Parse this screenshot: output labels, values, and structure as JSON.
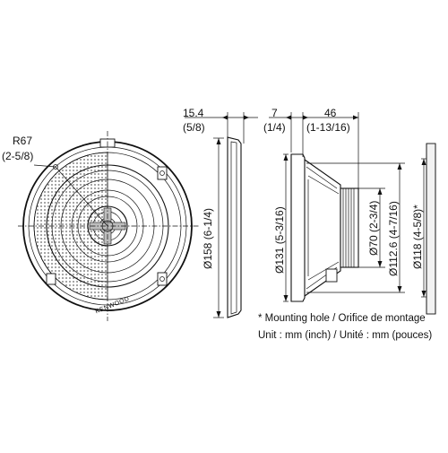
{
  "front_view": {
    "radius_label": "R67",
    "radius_label_inch": "(2-5/8)",
    "brand": "KENWOOD"
  },
  "side_profile": {
    "width_top": "15.4",
    "width_top_inch": "(5/8)",
    "diameter_outer": "Ø158 (6-1/4)"
  },
  "side_section": {
    "depth_a": "7",
    "depth_a_inch": "(1/4)",
    "depth_b": "46",
    "depth_b_inch": "(1-13/16)",
    "diameter_frame": "Ø131 (5-3/16)",
    "diameter_magnet": "Ø70 (2-3/4)",
    "diameter_basket": "Ø112.6 (4-7/16)",
    "diameter_hole": "Ø118 (4-5/8)*"
  },
  "notes": {
    "mounting_hole": "* Mounting hole / Orifice de montage",
    "units": "Unit : mm (inch) / Unité : mm (pouces)"
  }
}
